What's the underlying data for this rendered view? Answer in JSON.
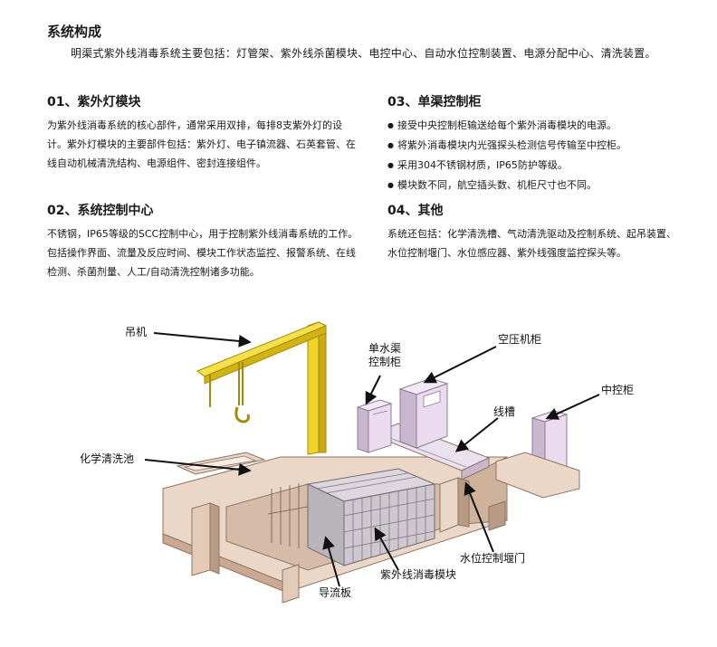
{
  "title": "系统构成",
  "intro": "明渠式紫外线消毒系统主要包括：灯管架、紫外线杀菌模块、电控中心、自动水位控制装置、电源分配中心、清洗装置。",
  "sections": [
    {
      "heading": "01、紫外灯模块",
      "lines": [
        "为紫外线消毒系统的核心部件，通常采用双排，每排8支紫外灯的设",
        "计。紫外灯模块的主要部件包括：紫外灯、电子镇流器、石英套管、在",
        "线自动机械清洗结构、电源组件、密封连接组件。"
      ]
    },
    {
      "heading": "02、系统控制中心",
      "lines": [
        "不锈钢，IP65等级的SCC控制中心，用于控制紫外线消毒系统的工作。",
        "包括操作界面、流量及反应时间、模块工作状态监控、报警系统、在线",
        "检测、杀菌剂量、人工/自动清洗控制诸多功能。"
      ]
    },
    {
      "heading": "03、单渠控制柜",
      "bullets": [
        "接受中央控制柜输送给每个紫外消毒模块的电源。",
        "将紫外消毒模块内光强探头检测信号传输至中控柜。",
        "采用304不锈钢材质，IP65防护等级。",
        "模块数不同，航空插头数、机柜尺寸也不同。"
      ]
    },
    {
      "heading": "04、其他",
      "lines": [
        "系统还包括：化学清洗槽、气动清洗驱动及控制系统、起吊装置、",
        "水位控制堰门、水位感应器、紫外线强度监控探头等。"
      ]
    }
  ],
  "diagram_labels": {
    "crane": "吊机",
    "single_cabinet_l1": "单水渠",
    "single_cabinet_l2": "控制柜",
    "air_compressor": "空压机柜",
    "central_cabinet": "中控柜",
    "cable_trough": "线槽",
    "chem_tank": "化学清洗池",
    "weir_gate": "水位控制堰门",
    "uv_module": "紫外线消毒模块",
    "baffle": "导流板"
  },
  "colors": {
    "concrete": "#ead7c8",
    "concrete_dark": "#b99a84",
    "crane": "#f0d42a",
    "cabinet": "#eadcee",
    "arrow": "#111111"
  }
}
